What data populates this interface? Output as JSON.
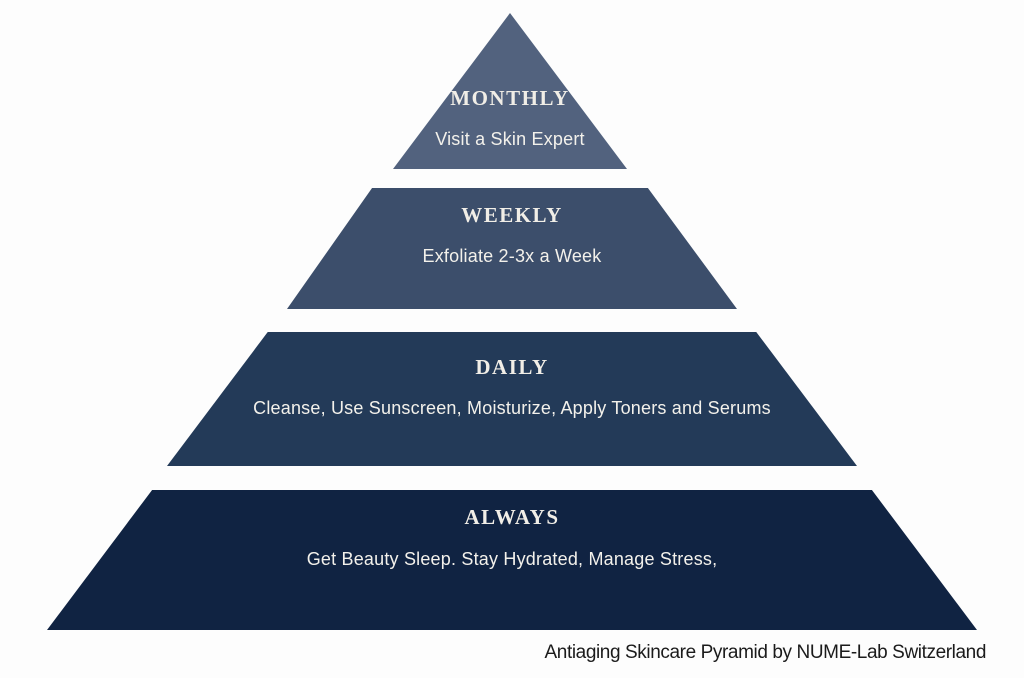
{
  "pyramid": {
    "name": "Antiaging Skincare Pyramid",
    "tiers": [
      {
        "label": "MONTHLY",
        "description": "Visit a Skin Expert",
        "color": "#52627e"
      },
      {
        "label": "WEEKLY",
        "description": "Exfoliate 2-3x a Week",
        "color": "#3c4e6b"
      },
      {
        "label": "DAILY",
        "description": "Cleanse, Use Sunscreen, Moisturize, Apply Toners and Serums",
        "color": "#233a58"
      },
      {
        "label": "ALWAYS",
        "description": "Get Beauty Sleep. Stay Hydrated, Manage Stress,",
        "color": "#102342"
      }
    ]
  },
  "caption": {
    "text": "Antiaging Skincare Pyramid by NUME-Lab Switzerland"
  },
  "colors": {
    "background": "#fdfdfd",
    "tier_text": "#f3f1eb",
    "caption_text": "#1b1b1b"
  }
}
